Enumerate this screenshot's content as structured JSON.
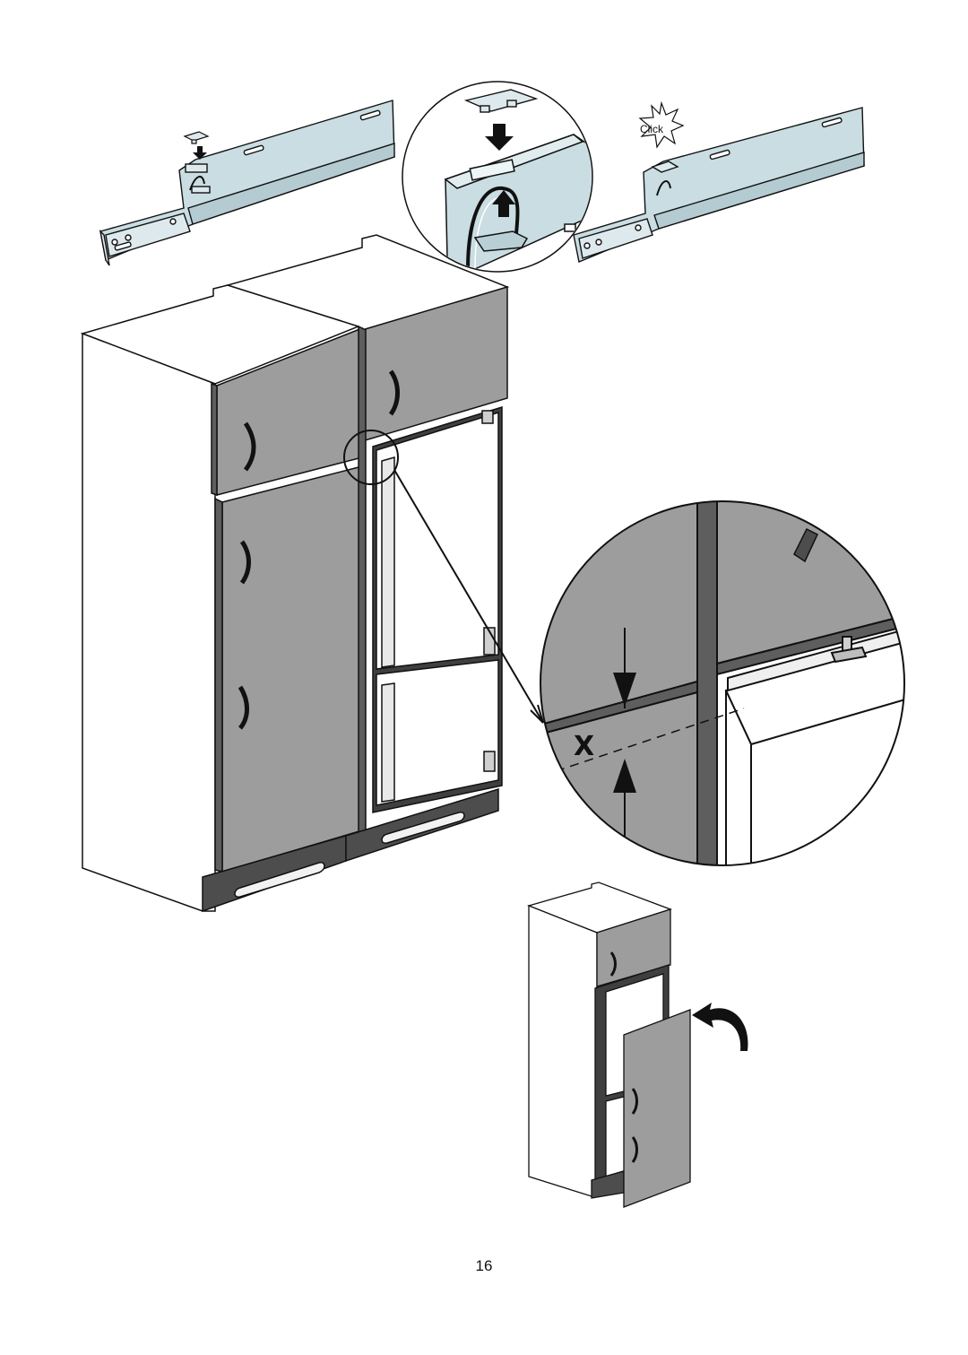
{
  "labels": {
    "click": "Click",
    "gap_marker": "X"
  },
  "page_number": "16",
  "colors": {
    "rail": "#c9dde2",
    "panel": "#9d9d9d",
    "panel_dark": "#5e5e5e",
    "plinth": "#4d4d4d",
    "outline": "#111111",
    "paper": "#ffffff"
  }
}
